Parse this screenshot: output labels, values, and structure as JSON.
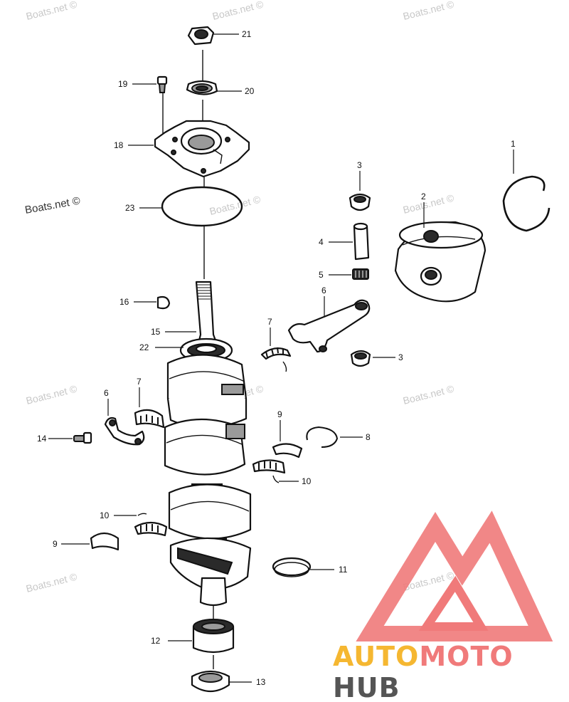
{
  "watermark": "Boats.net ©",
  "callouts": {
    "c1": "1",
    "c2": "2",
    "c3a": "3",
    "c3b": "3",
    "c4": "4",
    "c5": "5",
    "c6a": "6",
    "c6b": "6",
    "c7a": "7",
    "c7b": "7",
    "c8": "8",
    "c9a": "9",
    "c9b": "9",
    "c10a": "10",
    "c10b": "10",
    "c11": "11",
    "c12": "12",
    "c13": "13",
    "c14": "14",
    "c15": "15",
    "c16": "16",
    "c18": "18",
    "c19": "19",
    "c20": "20",
    "c21": "21",
    "c22": "22",
    "c23": "23"
  },
  "logo": {
    "part1": "AUTO",
    "part2": "MOTO",
    "part3": "HUB",
    "colors": {
      "auto": "#f5b731",
      "moto": "#f07a7a",
      "hub": "#555555",
      "triangle": "#f07a7a"
    }
  }
}
